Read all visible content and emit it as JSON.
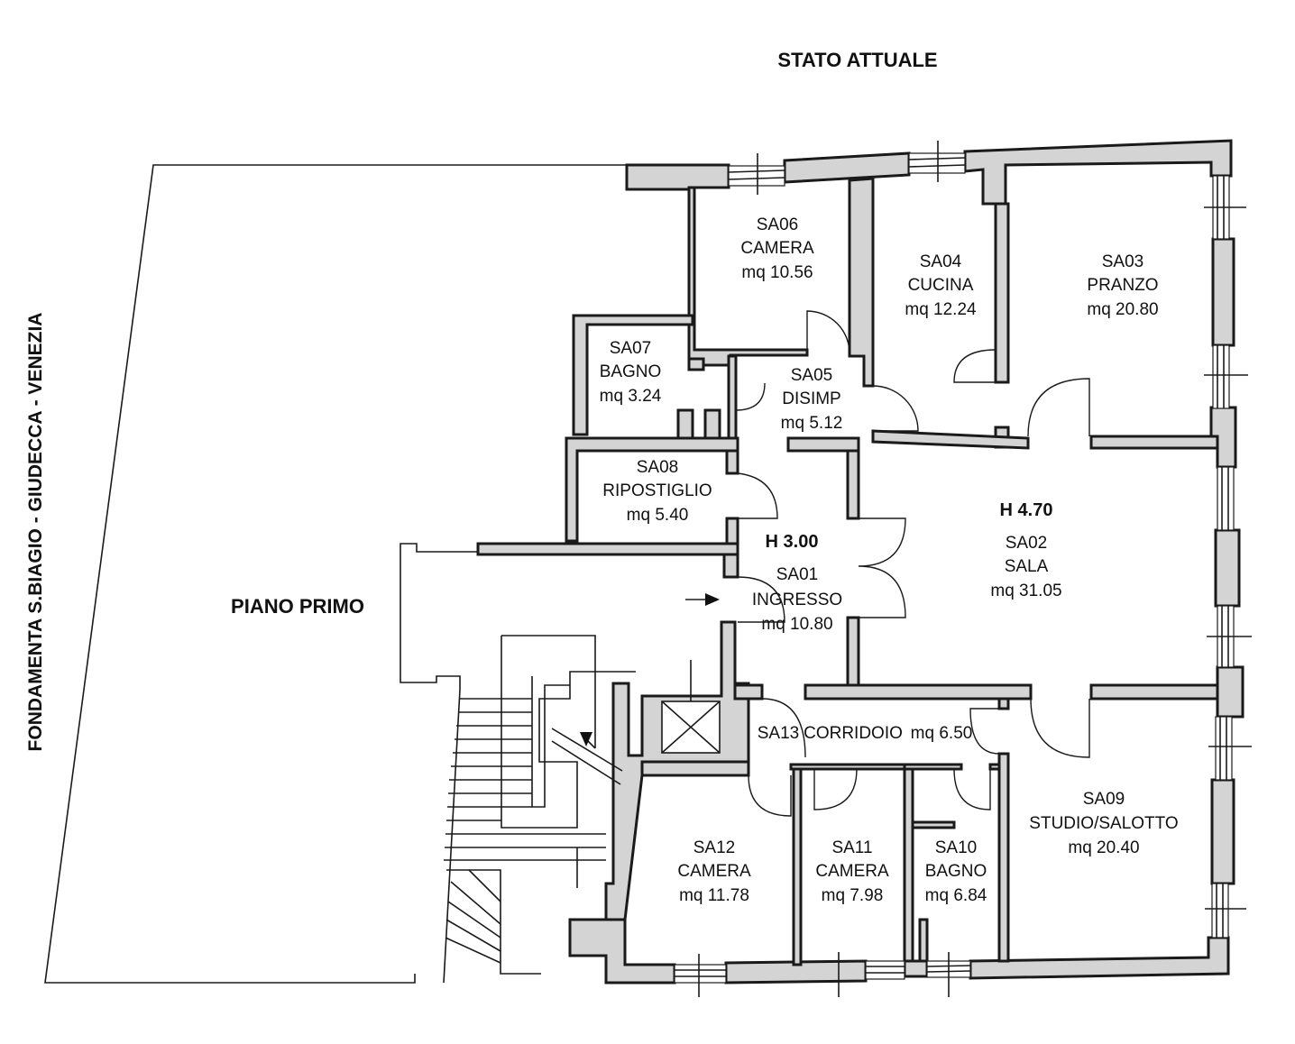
{
  "title": "STATO ATTUALE",
  "floor_label": "PIANO PRIMO",
  "street_label": "FONDAMENTA S.BIAGIO - GIUDECCA - VENEZIA",
  "heights": {
    "sala": "H 4.70",
    "ingresso": "H 3.00"
  },
  "rooms": [
    {
      "code": "SA06",
      "name": "CAMERA",
      "area": "mq 10.56"
    },
    {
      "code": "SA04",
      "name": "CUCINA",
      "area": "mq 12.24"
    },
    {
      "code": "SA03",
      "name": "PRANZO",
      "area": "mq 20.80"
    },
    {
      "code": "SA07",
      "name": "BAGNO",
      "area": "mq 3.24"
    },
    {
      "code": "SA05",
      "name": "DISIMP",
      "area": "mq 5.12"
    },
    {
      "code": "SA08",
      "name": "RIPOSTIGLIO",
      "area": "mq 5.40"
    },
    {
      "code": "SA02",
      "name": "SALA",
      "area": "mq 31.05"
    },
    {
      "code": "SA01",
      "name": "INGRESSO",
      "area": "mq 10.80"
    },
    {
      "code": "SA13",
      "name": "CORRIDOIO",
      "area": "mq 6.50"
    },
    {
      "code": "SA09",
      "name": "STUDIO/SALOTTO",
      "area": "mq 20.40"
    },
    {
      "code": "SA12",
      "name": "CAMERA",
      "area": "mq 11.78"
    },
    {
      "code": "SA11",
      "name": "CAMERA",
      "area": "mq 7.98"
    },
    {
      "code": "SA10",
      "name": "BAGNO",
      "area": "mq 6.84"
    }
  ],
  "colors": {
    "wall_fill": "#d4d4d4",
    "line": "#1a1a1a",
    "background": "#ffffff"
  }
}
